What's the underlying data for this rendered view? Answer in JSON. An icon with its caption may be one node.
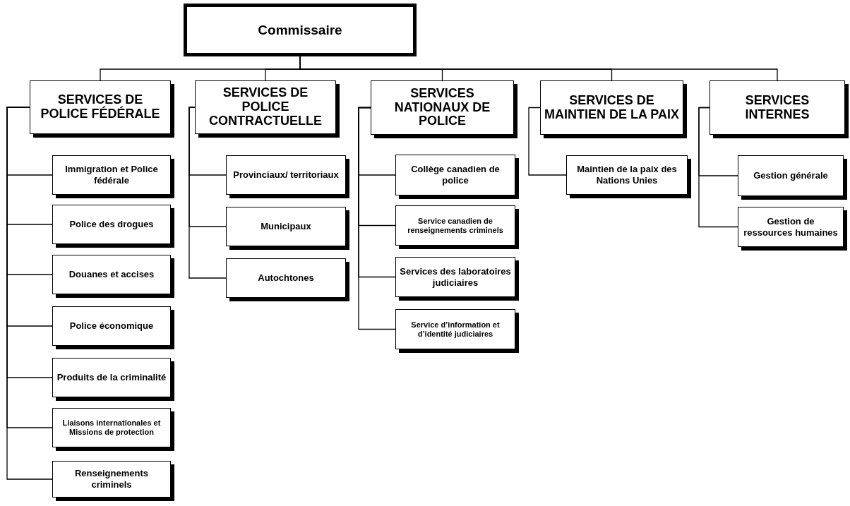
{
  "diagram": {
    "nodes": [
      {
        "text": [
          "Commissaire"
        ]
      },
      {
        "text": [
          "SERVICES DE POLICE FÉDÉRALE"
        ]
      },
      {
        "text": [
          "SERVICES DE POLICE CONTRACTUELLE"
        ]
      },
      {
        "text": [
          "SERVICES NATIONAUX DE POLICE"
        ]
      },
      {
        "text": [
          "SERVICES DE MAINTIEN DE LA PAIX"
        ]
      },
      {
        "text": [
          "SERVICES INTERNES"
        ]
      },
      {
        "text": [
          "Immigration et Police fédérale"
        ]
      },
      {
        "text": [
          "Police des drogues"
        ]
      },
      {
        "text": [
          "Douanes et accises"
        ]
      },
      {
        "text": [
          "Police économique"
        ]
      },
      {
        "text": [
          "Produits de la criminalité"
        ]
      },
      {
        "text": [
          "Liaisons internationales et Missions de protection"
        ]
      },
      {
        "text": [
          "Renseignements criminels"
        ]
      },
      {
        "text": [
          "Provinciaux/ territoriaux"
        ]
      },
      {
        "text": [
          "Municipaux"
        ]
      },
      {
        "text": [
          "Autochtones"
        ]
      },
      {
        "text": [
          "Collège canadien de police"
        ]
      },
      {
        "text": [
          "Service canadien de renseignements criminels"
        ]
      },
      {
        "text": [
          "Services des laboratoires judiciaires"
        ]
      },
      {
        "text": [
          "Service d’information et d’identité judiciaires"
        ]
      },
      {
        "text": [
          "Maintien de la paix des Nations Unies"
        ]
      },
      {
        "text": [
          "Gestion générale"
        ]
      },
      {
        "text": [
          "Gestion de ressources humaines"
        ]
      }
    ],
    "edges": [
      {
        "from": 0,
        "to": 1,
        "arrow": "none"
      },
      {
        "from": 0,
        "to": 2,
        "arrow": "none"
      },
      {
        "from": 0,
        "to": 3,
        "arrow": "none"
      },
      {
        "from": 0,
        "to": 4,
        "arrow": "none"
      },
      {
        "from": 0,
        "to": 5,
        "arrow": "none"
      },
      {
        "from": 1,
        "to": 6,
        "arrow": "none"
      },
      {
        "from": 1,
        "to": 7,
        "arrow": "none"
      },
      {
        "from": 1,
        "to": 8,
        "arrow": "none"
      },
      {
        "from": 1,
        "to": 9,
        "arrow": "none"
      },
      {
        "from": 1,
        "to": 10,
        "arrow": "none"
      },
      {
        "from": 1,
        "to": 11,
        "arrow": "none"
      },
      {
        "from": 1,
        "to": 12,
        "arrow": "none"
      },
      {
        "from": 2,
        "to": 13,
        "arrow": "none"
      },
      {
        "from": 2,
        "to": 14,
        "arrow": "none"
      },
      {
        "from": 2,
        "to": 15,
        "arrow": "none"
      },
      {
        "from": 3,
        "to": 16,
        "arrow": "none"
      },
      {
        "from": 3,
        "to": 17,
        "arrow": "none"
      },
      {
        "from": 3,
        "to": 18,
        "arrow": "none"
      },
      {
        "from": 3,
        "to": 19,
        "arrow": "none"
      },
      {
        "from": 4,
        "to": 20,
        "arrow": "none"
      },
      {
        "from": 5,
        "to": 21,
        "arrow": "none"
      },
      {
        "from": 5,
        "to": 22,
        "arrow": "none"
      }
    ]
  }
}
